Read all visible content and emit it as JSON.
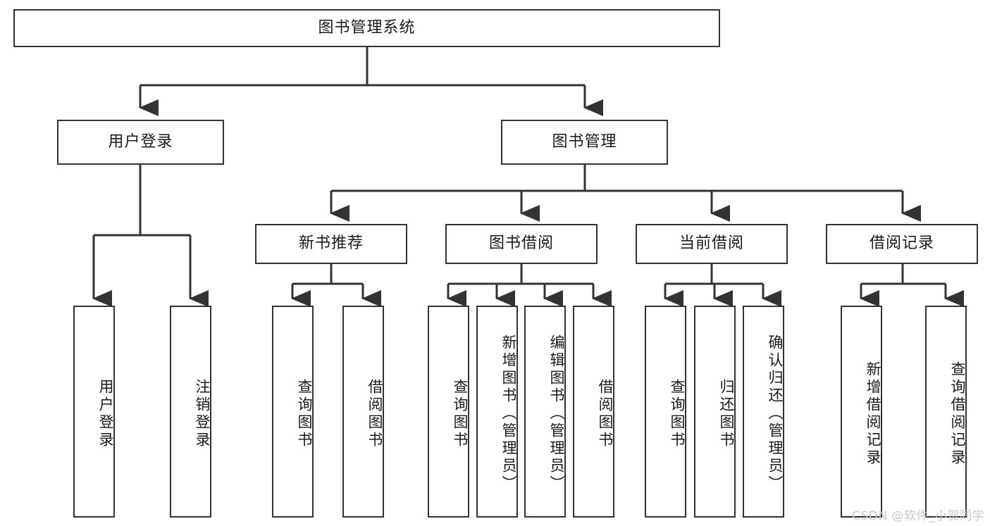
{
  "diagram": {
    "title": "图书管理系统",
    "type": "tree",
    "colors": {
      "background": "#ffffff",
      "box_border": "#333333",
      "box_fill": "#ffffff",
      "connector": "#333333",
      "text": "#1a1a1a",
      "watermark": "#c9c9c9"
    },
    "nodes": {
      "root": {
        "label": "图书管理系统",
        "orientation": "horizontal"
      },
      "level1": [
        {
          "id": "user-login",
          "label": "用户登录",
          "orientation": "horizontal"
        },
        {
          "id": "book-manage",
          "label": "图书管理",
          "orientation": "horizontal"
        }
      ],
      "level2": [
        {
          "id": "new-book-recommend",
          "label": "新书推荐",
          "orientation": "horizontal"
        },
        {
          "id": "book-borrow",
          "label": "图书借阅",
          "orientation": "horizontal"
        },
        {
          "id": "current-borrow",
          "label": "当前借阅",
          "orientation": "horizontal"
        },
        {
          "id": "borrow-record",
          "label": "借阅记录",
          "orientation": "horizontal"
        }
      ],
      "leaves": [
        {
          "id": "leaf-user-login",
          "label": "用户登录",
          "parent": "user-login",
          "orientation": "vertical"
        },
        {
          "id": "leaf-user-logout",
          "label": "注销登录",
          "parent": "user-login",
          "orientation": "vertical"
        },
        {
          "id": "leaf-query-book-1",
          "label": "查询图书",
          "parent": "new-book-recommend",
          "orientation": "vertical"
        },
        {
          "id": "leaf-borrow-book-1",
          "label": "借阅图书",
          "parent": "new-book-recommend",
          "orientation": "vertical"
        },
        {
          "id": "leaf-query-book-2",
          "label": "查询图书",
          "parent": "book-borrow",
          "orientation": "vertical"
        },
        {
          "id": "leaf-add-book",
          "label": "新增图书（管理员）",
          "parent": "book-borrow",
          "orientation": "vertical"
        },
        {
          "id": "leaf-edit-book",
          "label": "编辑图书（管理员）",
          "parent": "book-borrow",
          "orientation": "vertical"
        },
        {
          "id": "leaf-borrow-book-2",
          "label": "借阅图书",
          "parent": "book-borrow",
          "orientation": "vertical"
        },
        {
          "id": "leaf-query-book-3",
          "label": "查询图书",
          "parent": "current-borrow",
          "orientation": "vertical"
        },
        {
          "id": "leaf-return-book",
          "label": "归还图书",
          "parent": "current-borrow",
          "orientation": "vertical"
        },
        {
          "id": "leaf-confirm-return",
          "label": "确认归还（管理员）",
          "parent": "current-borrow",
          "orientation": "vertical"
        },
        {
          "id": "leaf-add-record",
          "label": "新增借阅记录",
          "parent": "borrow-record",
          "orientation": "vertical"
        },
        {
          "id": "leaf-query-record",
          "label": "查询借阅记录",
          "parent": "borrow-record",
          "orientation": "vertical"
        }
      ]
    },
    "watermark": "CSDN @软件_小贺同学"
  }
}
